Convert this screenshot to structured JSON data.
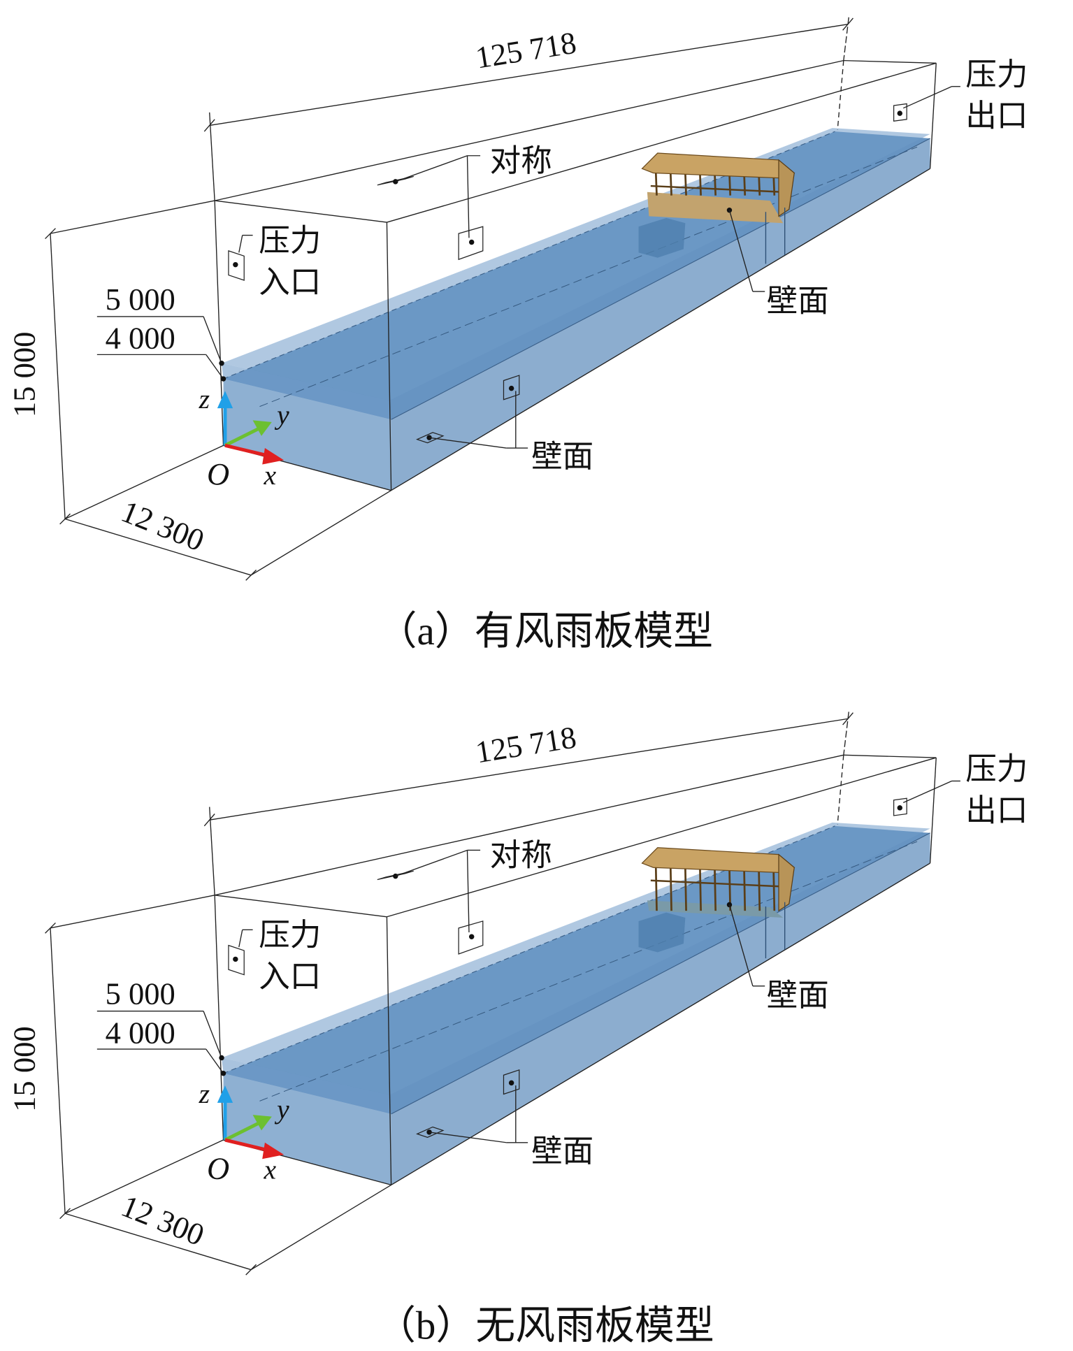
{
  "panels": [
    {
      "id": "a",
      "caption": "（a）有风雨板模型",
      "length_dim": "125 718",
      "height_dim": "15 000",
      "width_dim": "12 300",
      "level_upper": "5 000",
      "level_lower": "4 000",
      "labels": {
        "symmetry": "对称",
        "inlet_1": "压力",
        "inlet_2": "入口",
        "outlet_1": "压力",
        "outlet_2": "出口",
        "wall_bridge": "壁面",
        "wall_channel": "壁面"
      },
      "axes": {
        "origin": "O",
        "x": "x",
        "y": "y",
        "z": "z"
      },
      "has_wind_rain_board": true
    },
    {
      "id": "b",
      "caption": "（b）无风雨板模型",
      "length_dim": "125 718",
      "height_dim": "15 000",
      "width_dim": "12 300",
      "level_upper": "5 000",
      "level_lower": "4 000",
      "labels": {
        "symmetry": "对称",
        "inlet_1": "压力",
        "inlet_2": "入口",
        "outlet_1": "压力",
        "outlet_2": "出口",
        "wall_bridge": "壁面",
        "wall_channel": "壁面"
      },
      "axes": {
        "origin": "O",
        "x": "x",
        "y": "y",
        "z": "z"
      },
      "has_wind_rain_board": false
    }
  ],
  "colors": {
    "water_front": "#88acd0",
    "water_side": "#86a9cc",
    "water_top": "#5f8ebf",
    "water_layer": "#6f9bc8",
    "roof": "#c9a364",
    "board": "#c2a36e",
    "axis_x": "#e02020",
    "axis_y": "#6cc030",
    "axis_z": "#20a0e8"
  }
}
